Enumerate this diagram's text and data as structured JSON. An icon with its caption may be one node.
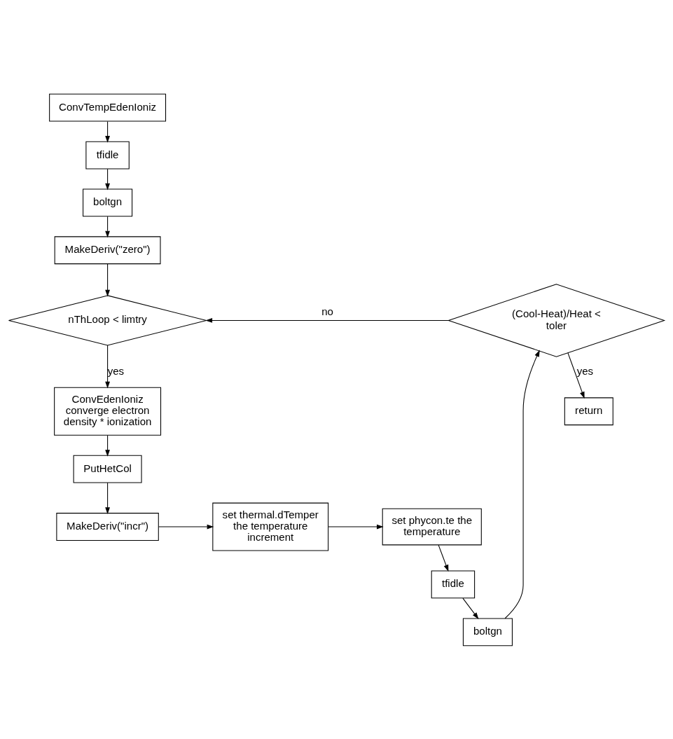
{
  "diagram": {
    "nodes": [
      {
        "text": [
          "ConvTempEdenIoniz"
        ]
      },
      {
        "text": [
          "tfidle"
        ]
      },
      {
        "text": [
          "boltgn"
        ]
      },
      {
        "text": [
          "MakeDeriv(\"zero\")"
        ]
      },
      {
        "text": [
          "nThLoop < limtry"
        ]
      },
      {
        "text": [
          "ConvEdenIoniz converge electron density * ionization"
        ]
      },
      {
        "text": [
          "PutHetCol"
        ]
      },
      {
        "text": [
          "MakeDeriv(\"incr\")"
        ]
      },
      {
        "text": [
          "set thermal.dTemper the temperature increment"
        ]
      },
      {
        "text": [
          "set phycon.te the temperature"
        ]
      },
      {
        "text": [
          "tfidle"
        ]
      },
      {
        "text": [
          "boltgn"
        ]
      },
      {
        "text": [
          "(Cool-Heat)/Heat < toler"
        ]
      },
      {
        "text": [
          "return"
        ]
      }
    ],
    "edges": [
      {
        "from": 0,
        "to": 1,
        "arrow": "to"
      },
      {
        "from": 1,
        "to": 2,
        "arrow": "to"
      },
      {
        "from": 2,
        "to": 3,
        "arrow": "to"
      },
      {
        "from": 3,
        "to": 4,
        "arrow": "to"
      },
      {
        "from": 4,
        "to": 5,
        "arrow": "to",
        "label": "yes"
      },
      {
        "from": 5,
        "to": 6,
        "arrow": "to"
      },
      {
        "from": 6,
        "to": 7,
        "arrow": "to"
      },
      {
        "from": 7,
        "to": 8,
        "arrow": "to"
      },
      {
        "from": 8,
        "to": 9,
        "arrow": "to"
      },
      {
        "from": 9,
        "to": 10,
        "arrow": "to"
      },
      {
        "from": 10,
        "to": 11,
        "arrow": "to"
      },
      {
        "from": 11,
        "to": 12,
        "arrow": "to"
      },
      {
        "from": 12,
        "to": 13,
        "arrow": "to",
        "label": "yes"
      },
      {
        "from": 12,
        "to": 4,
        "arrow": "to",
        "label": "no"
      }
    ]
  }
}
